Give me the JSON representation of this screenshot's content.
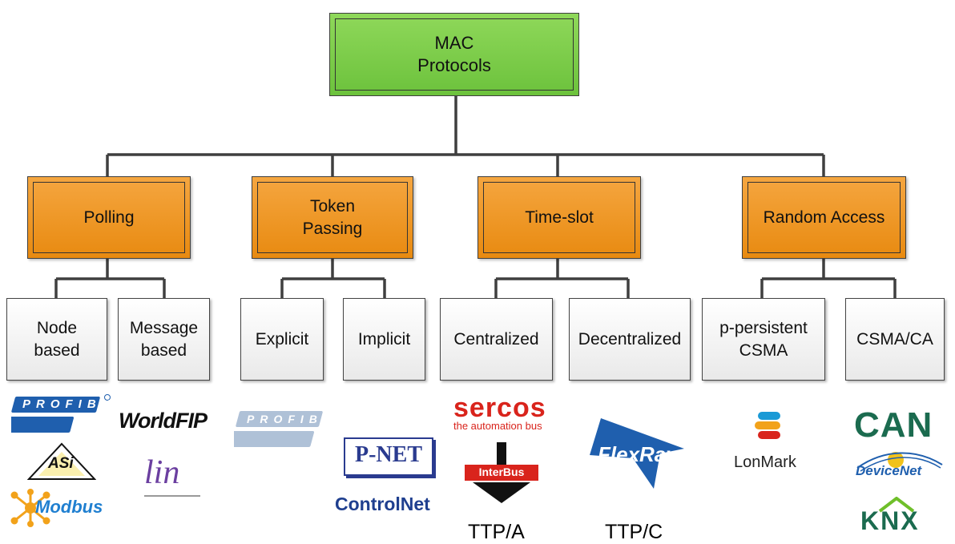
{
  "root": {
    "label": "MAC\nProtocols"
  },
  "categories": [
    {
      "label": "Polling"
    },
    {
      "label": "Token\nPassing"
    },
    {
      "label": "Time-slot"
    },
    {
      "label": "Random Access"
    }
  ],
  "leaves": [
    {
      "label": "Node\nbased"
    },
    {
      "label": "Message\nbased"
    },
    {
      "label": "Explicit"
    },
    {
      "label": "Implicit"
    },
    {
      "label": "Centralized"
    },
    {
      "label": "Decentralized"
    },
    {
      "label": "p-persistent\nCSMA"
    },
    {
      "label": "CSMA/CA"
    }
  ],
  "logos": {
    "profibus_1": "PROFIBUS",
    "worldfip": "WorldFIP",
    "asi": "ASi",
    "lin": "lin",
    "modbus": "Modbus",
    "profibus_2": "PROFIBUS",
    "pnet": "P-NET",
    "controlnet": "ControlNet",
    "sercos": "sercos",
    "sercos_tag": "the automation bus",
    "interbus": "InterBus",
    "flexray": "FlexRay",
    "lonmark": "LonMark",
    "can": "CAN",
    "devicenet": "DeviceNet",
    "knx": "KNX"
  },
  "texts": {
    "ttp_a": "TTP/A",
    "ttp_c": "TTP/C"
  },
  "colors": {
    "root_fill": "#7dcd4a",
    "category_fill": "#ef9520",
    "leaf_fill": "#f3f3f3",
    "connector": "#3f3f3f"
  }
}
